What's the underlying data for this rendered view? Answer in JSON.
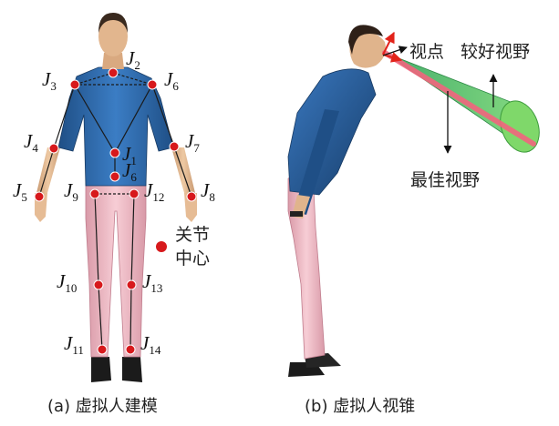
{
  "joints": [
    {
      "id": "J1",
      "letter": "J",
      "num": "1"
    },
    {
      "id": "J2",
      "letter": "J",
      "num": "2"
    },
    {
      "id": "J3",
      "letter": "J",
      "num": "3"
    },
    {
      "id": "J4",
      "letter": "J",
      "num": "4"
    },
    {
      "id": "J5",
      "letter": "J",
      "num": "5"
    },
    {
      "id": "J6",
      "letter": "J",
      "num": "6"
    },
    {
      "id": "J6b",
      "letter": "J",
      "num": "6"
    },
    {
      "id": "J7",
      "letter": "J",
      "num": "7"
    },
    {
      "id": "J8",
      "letter": "J",
      "num": "8"
    },
    {
      "id": "J9",
      "letter": "J",
      "num": "9"
    },
    {
      "id": "J10",
      "letter": "J",
      "num": "10"
    },
    {
      "id": "J11",
      "letter": "J",
      "num": "11"
    },
    {
      "id": "J12",
      "letter": "J",
      "num": "12"
    },
    {
      "id": "J13",
      "letter": "J",
      "num": "13"
    },
    {
      "id": "J14",
      "letter": "J",
      "num": "14"
    }
  ],
  "legend": {
    "line1": "关节",
    "line2": "中心",
    "color": "#d7191c"
  },
  "cone": {
    "viewpoint": "视点",
    "better_view": "较好视野",
    "best_view": "最佳视野",
    "cone_color": "#3dbf5a",
    "axis_color": "#f2657e"
  },
  "captions": {
    "left": "(a)  虚拟人建模",
    "right": "(b)  虚拟人视锥"
  }
}
